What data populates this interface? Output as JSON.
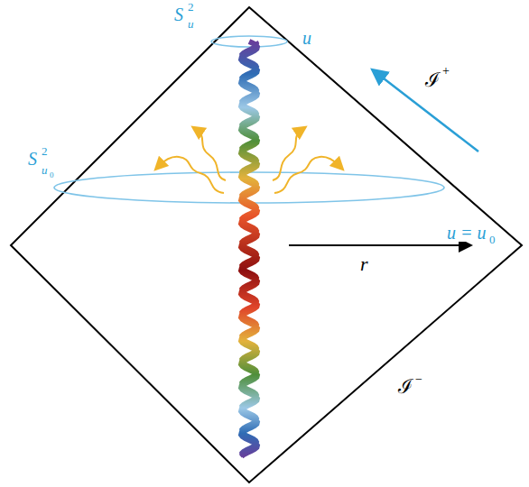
{
  "diagram": {
    "labels": [
      "S",
      "2",
      "u",
      "u",
      "ℐ",
      "+",
      "S",
      "2",
      "u",
      "0",
      "u = u",
      "0",
      "r",
      "ℐ",
      "−"
    ]
  }
}
